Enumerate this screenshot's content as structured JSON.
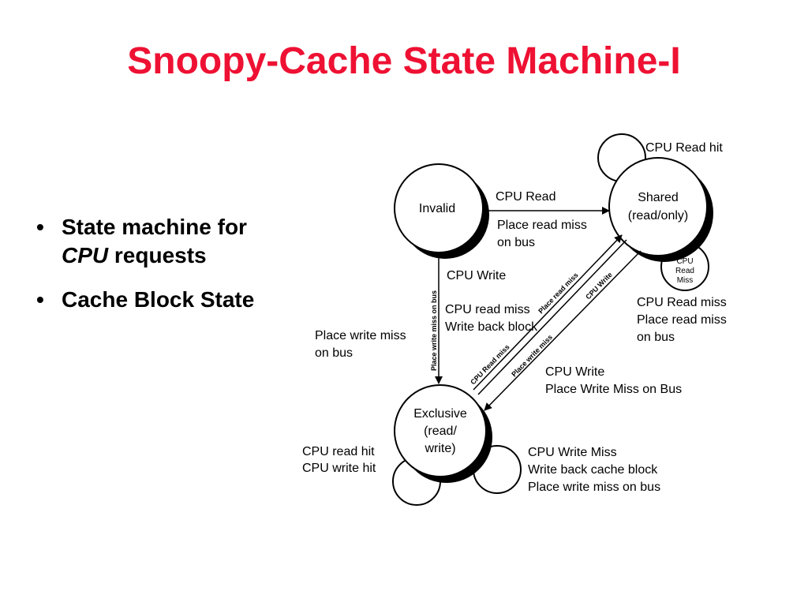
{
  "title": "Snoopy-Cache State Machine-I",
  "bullets": [
    {
      "pre": "State machine for ",
      "em": "CPU",
      "post": " requests"
    },
    {
      "text": "Cache Block State"
    }
  ],
  "states": {
    "invalid": "Invalid",
    "shared_line1": "Shared",
    "shared_line2": "(read/only)",
    "exclusive_line1": "Exclusive",
    "exclusive_line2": "(read/",
    "exclusive_line3": "write)"
  },
  "transitions": {
    "invalid_to_shared": {
      "event": "CPU Read",
      "action_line1": "Place read miss",
      "action_line2": "on bus"
    },
    "shared_self": {
      "event": "CPU Read hit"
    },
    "shared_read_miss_loop": {
      "line1": "CPU",
      "line2": "Read",
      "line3": "Miss"
    },
    "shared_read_miss": {
      "event": "CPU Read miss",
      "action": "Place read miss",
      "action_line2": "on bus"
    },
    "invalid_to_exclusive": {
      "event": "CPU Write",
      "label_line1": "Place write miss",
      "label_line2": "on bus",
      "rotated": "Place write miss on bus"
    },
    "exclusive_to_shared": {
      "event": "CPU read miss",
      "action": "Write back block",
      "rotated1": "CPU Read miss",
      "rotated2": "Place read miss"
    },
    "shared_to_exclusive": {
      "event": "CPU Write",
      "action": "Place Write Miss on Bus",
      "rotated1": "CPU Write",
      "rotated2": "Place write miss"
    },
    "exclusive_self_hit": {
      "line1": "CPU read hit",
      "line2": "CPU write hit"
    },
    "exclusive_write_miss": {
      "line1": "CPU Write Miss",
      "line2": "Write back cache block",
      "line3": "Place write miss on bus"
    }
  }
}
